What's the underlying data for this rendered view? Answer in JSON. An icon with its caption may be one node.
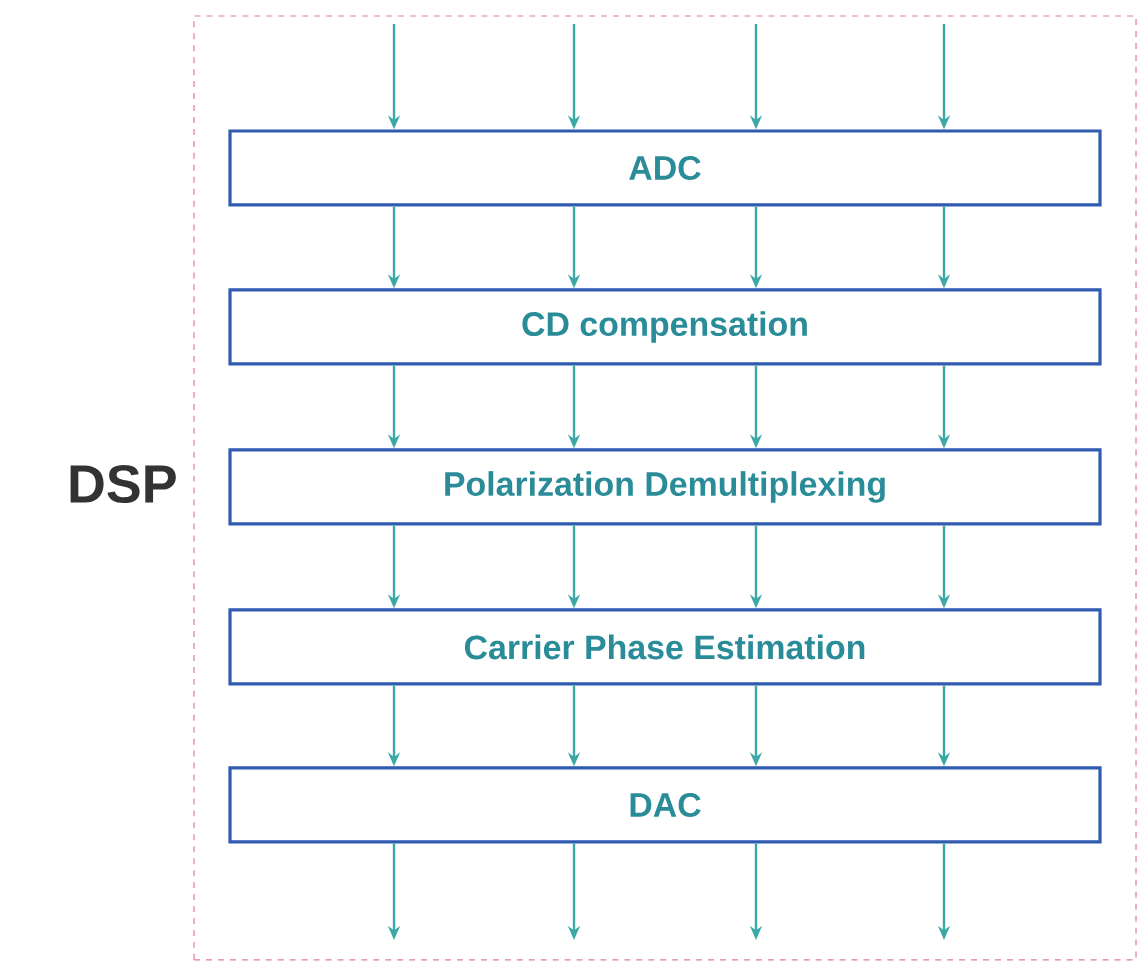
{
  "diagram": {
    "nodes": [
      {
        "text": [
          "DSP"
        ]
      },
      {
        "text": [
          "ADC"
        ],
        "in": 0
      },
      {
        "text": [
          "CD compensation"
        ],
        "in": 0
      },
      {
        "text": [
          "Polarization Demultiplexing"
        ],
        "in": 0
      },
      {
        "text": [
          "Carrier Phase Estimation"
        ],
        "in": 0
      },
      {
        "text": [
          "DAC"
        ],
        "in": 0
      }
    ],
    "edges": [
      {
        "from": null,
        "to": 1,
        "arrow": "to"
      },
      {
        "from": null,
        "to": 1,
        "arrow": "to"
      },
      {
        "from": null,
        "to": 1,
        "arrow": "to"
      },
      {
        "from": null,
        "to": 1,
        "arrow": "to"
      },
      {
        "from": 1,
        "to": 2,
        "arrow": "to"
      },
      {
        "from": 1,
        "to": 2,
        "arrow": "to"
      },
      {
        "from": 1,
        "to": 2,
        "arrow": "to"
      },
      {
        "from": 1,
        "to": 2,
        "arrow": "to"
      },
      {
        "from": 2,
        "to": 3,
        "arrow": "to"
      },
      {
        "from": 2,
        "to": 3,
        "arrow": "to"
      },
      {
        "from": 2,
        "to": 3,
        "arrow": "to"
      },
      {
        "from": 2,
        "to": 3,
        "arrow": "to"
      },
      {
        "from": 3,
        "to": 4,
        "arrow": "to"
      },
      {
        "from": 3,
        "to": 4,
        "arrow": "to"
      },
      {
        "from": 3,
        "to": 4,
        "arrow": "to"
      },
      {
        "from": 3,
        "to": 4,
        "arrow": "to"
      },
      {
        "from": 4,
        "to": 5,
        "arrow": "to"
      },
      {
        "from": 4,
        "to": 5,
        "arrow": "to"
      },
      {
        "from": 4,
        "to": 5,
        "arrow": "to"
      },
      {
        "from": 4,
        "to": 5,
        "arrow": "to"
      },
      {
        "from": 5,
        "to": null,
        "arrow": "to"
      },
      {
        "from": 5,
        "to": null,
        "arrow": "to"
      },
      {
        "from": 5,
        "to": null,
        "arrow": "to"
      },
      {
        "from": 5,
        "to": null,
        "arrow": "to"
      }
    ]
  }
}
